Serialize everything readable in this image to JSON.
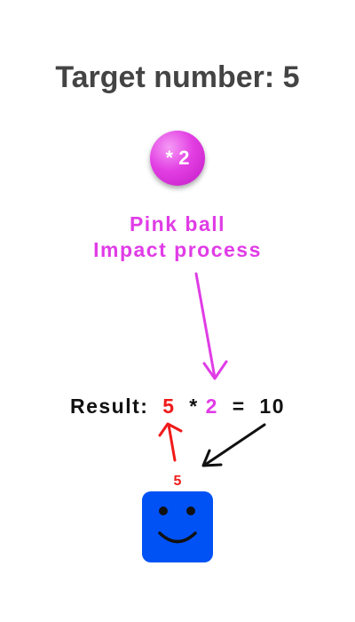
{
  "header": {
    "title": "Target number: 5"
  },
  "ball": {
    "label": "* 2",
    "color": "#e23fe3"
  },
  "annotation": {
    "line1": "Pink ball",
    "line2": "Impact process",
    "color": "#e03ce6"
  },
  "equation": {
    "prefix": "Result:",
    "operand": "5",
    "operator": "*",
    "multiplier": "2",
    "equals": "=",
    "result": "10",
    "operand_color": "#f01a1a",
    "multiplier_color": "#e03ce6"
  },
  "player": {
    "value": "5",
    "value_color": "#f01a1a",
    "color": "#0052f5"
  }
}
